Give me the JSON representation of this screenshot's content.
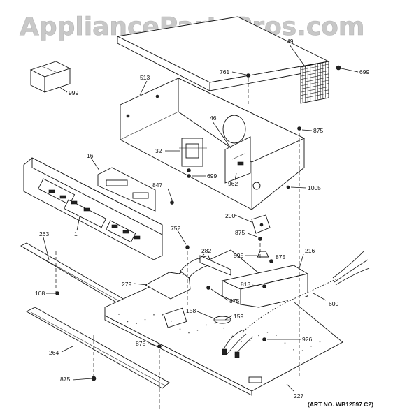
{
  "watermark": "AppliancePartsPros.com",
  "art_number": "(ART NO. WB12597 C2)",
  "callouts": {
    "p49": "49",
    "p699a": "699",
    "p999": "999",
    "p513": "513",
    "p761": "761",
    "p46": "46",
    "p875a": "875",
    "p16": "16",
    "p32": "32",
    "p699b": "699",
    "p962": "962",
    "p847": "847",
    "p1005": "1005",
    "p200": "200",
    "p875b": "875",
    "p263": "263",
    "p1": "1",
    "p752": "752",
    "p282": "282",
    "p595": "595",
    "p875c": "875",
    "p216": "216",
    "p279": "279",
    "p813": "813",
    "p108": "108",
    "p875d": "875",
    "p600": "600",
    "p158": "158",
    "p159": "159",
    "p926": "926",
    "p875e": "875",
    "p264": "264",
    "p875f": "875",
    "p227": "227"
  }
}
